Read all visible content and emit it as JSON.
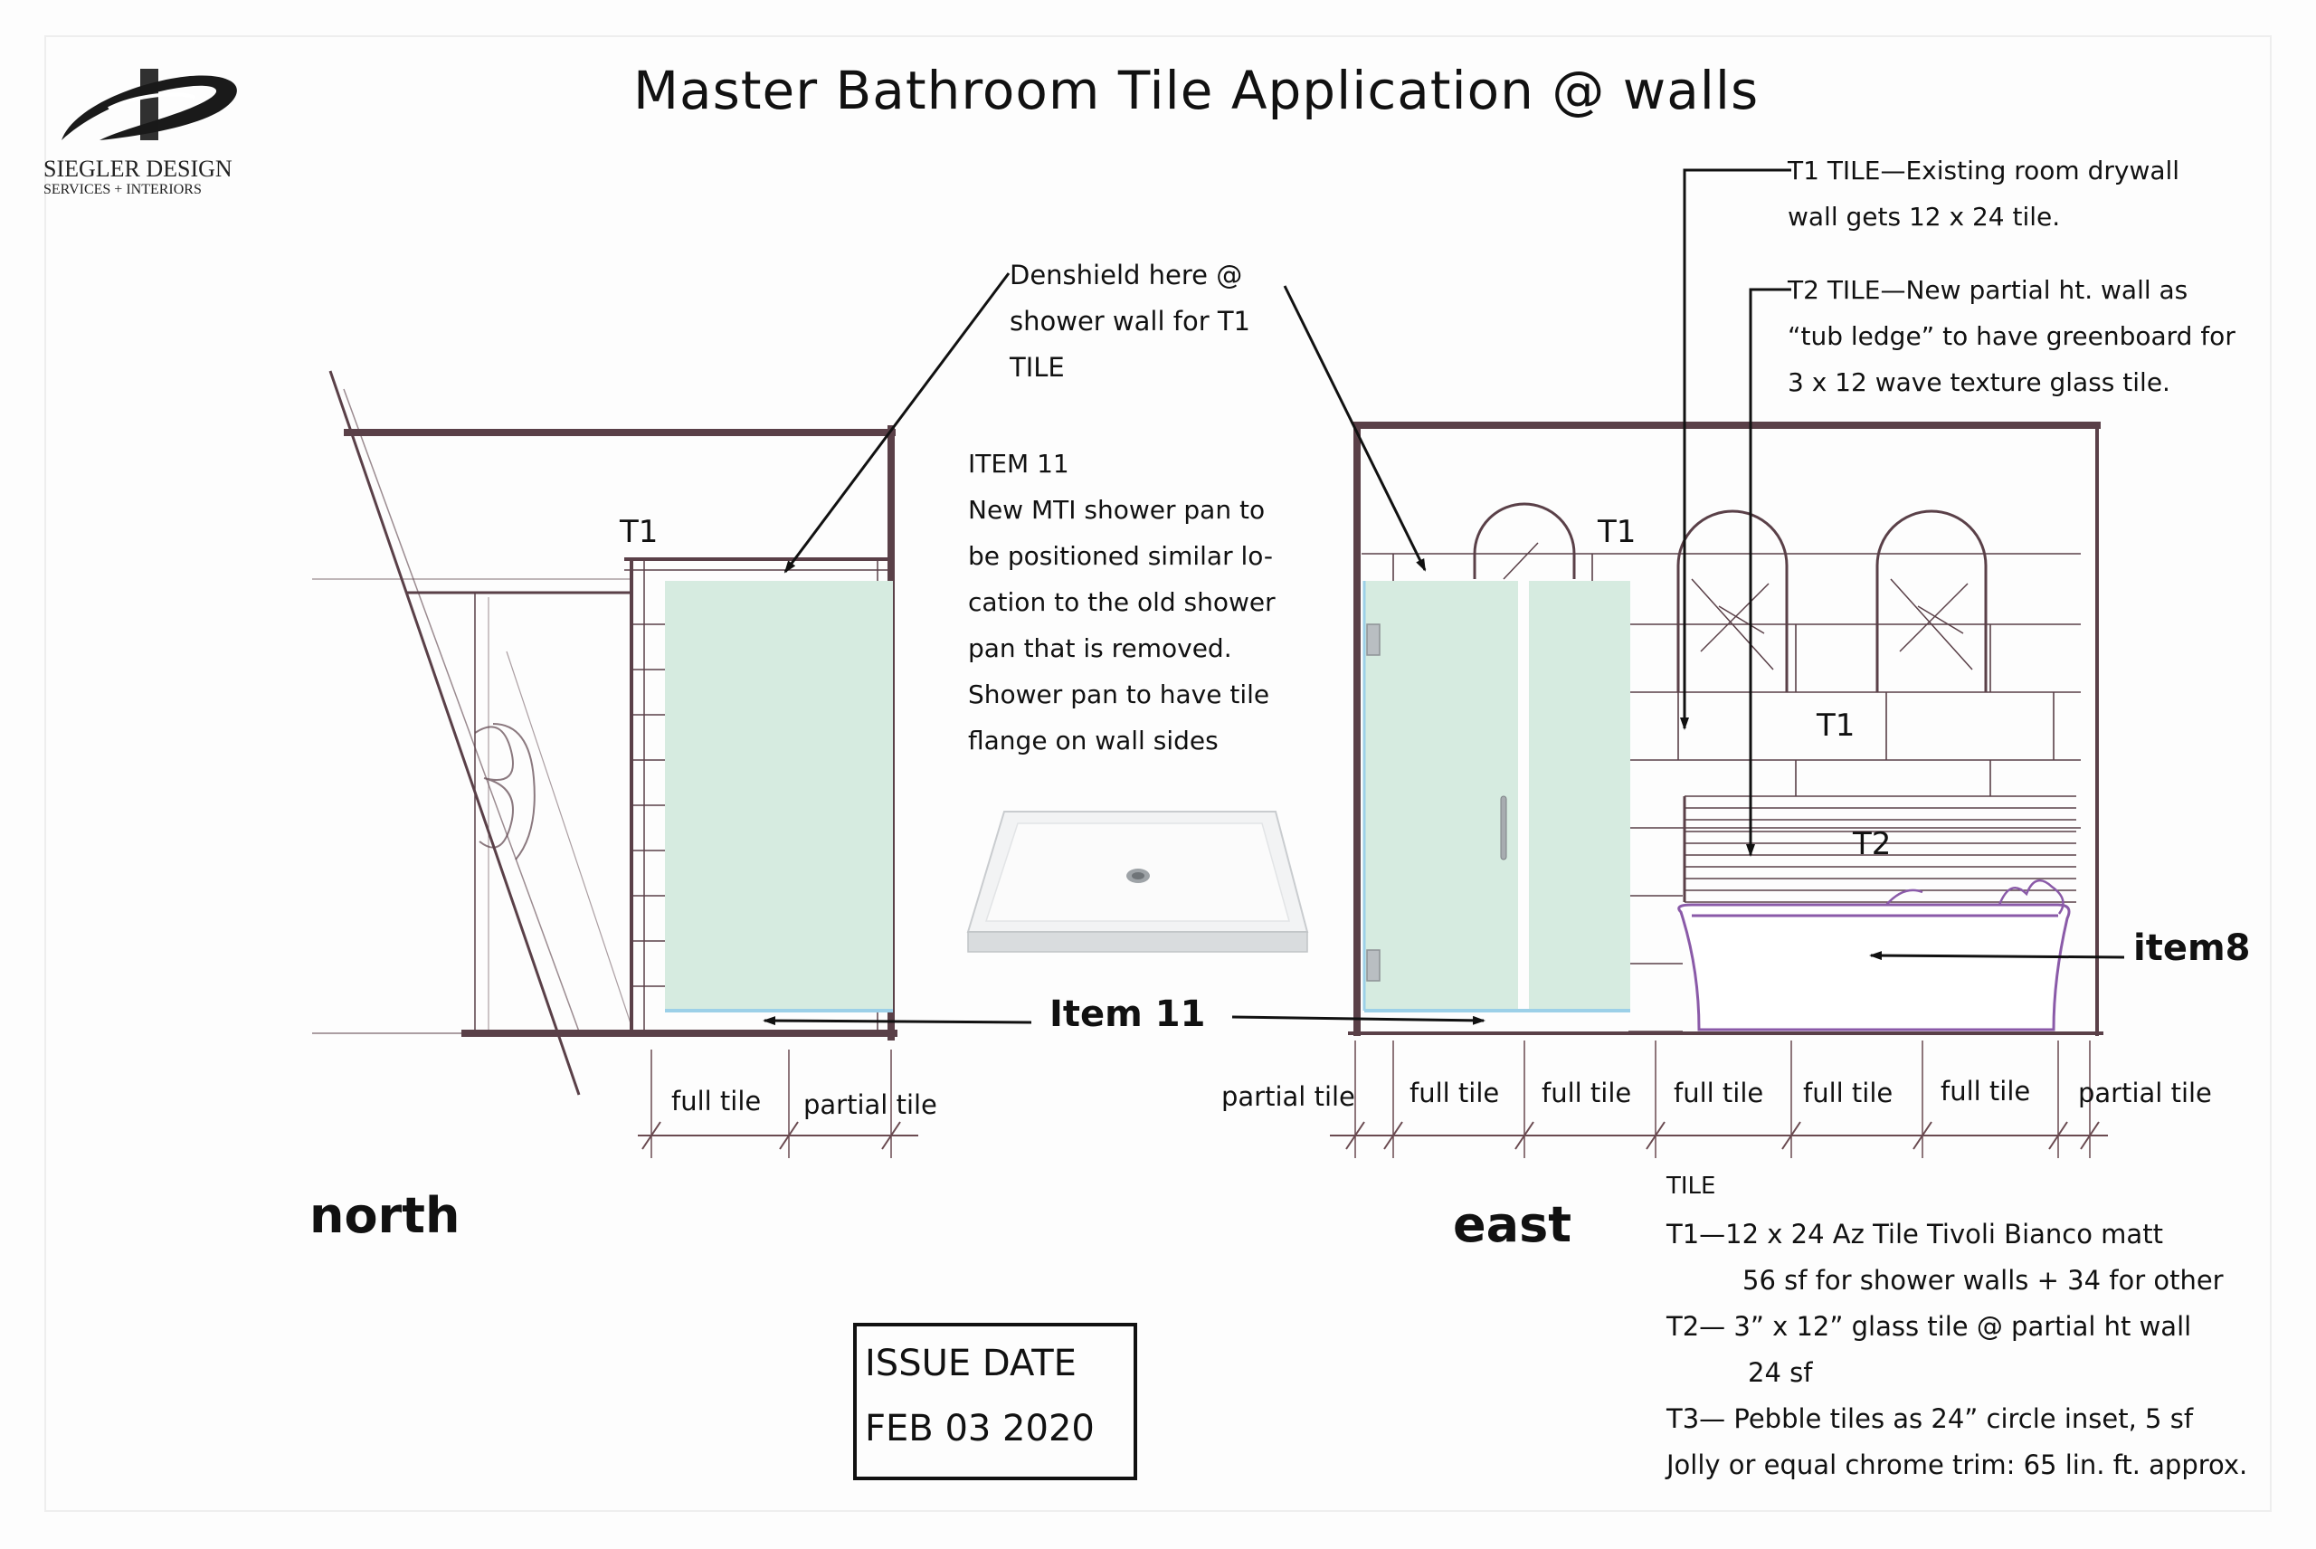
{
  "title": "Master Bathroom Tile Application @ walls",
  "logo": {
    "line1": "SIEGLER DESIGN",
    "line2": "SERVICES + INTERIORS"
  },
  "views": {
    "north": "north",
    "east": "east"
  },
  "tags": {
    "t1_north": "T1",
    "t1_east_shower": "T1",
    "t1_east_wall": "T1",
    "t2_east": "T2"
  },
  "notes": {
    "denshield": [
      "Denshield here @",
      "shower wall for T1",
      "TILE"
    ],
    "item11_block": [
      "ITEM 11",
      "New MTI shower pan to",
      "be positioned similar lo-",
      "cation to the old shower",
      "pan that is removed.",
      "Shower pan to have tile",
      "flange on wall sides"
    ],
    "item11_callout": "Item 11",
    "item8_callout": "item8",
    "t1_tile": [
      "T1 TILE—Existing room drywall",
      "wall gets 12 x 24 tile."
    ],
    "t2_tile": [
      "T2 TILE—New partial ht. wall as",
      "“tub ledge” to have greenboard for",
      "3 x 12 wave texture glass tile."
    ]
  },
  "dimensions": {
    "north": [
      "full tile",
      "partial tile"
    ],
    "east": [
      "partial tile",
      "full tile",
      "full tile",
      "full tile",
      "full tile",
      "full tile",
      "partial tile"
    ]
  },
  "tile_legend": [
    "TILE",
    "T1—12 x 24 Az Tile Tivoli Bianco matt",
    "56 sf for shower walls + 34 for other",
    "T2— 3” x 12” glass tile @ partial ht wall",
    "24 sf",
    "T3— Pebble tiles as 24” circle inset, 5 sf",
    "Jolly or equal chrome trim:  65 lin. ft. approx."
  ],
  "issue": {
    "label": "ISSUE DATE",
    "date": "FEB 03 2020"
  },
  "colors": {
    "glass": "#d6ebe0",
    "sketch_line": "#5a4048",
    "tub_outline": "#8a5aa8",
    "ink": "#111111"
  }
}
